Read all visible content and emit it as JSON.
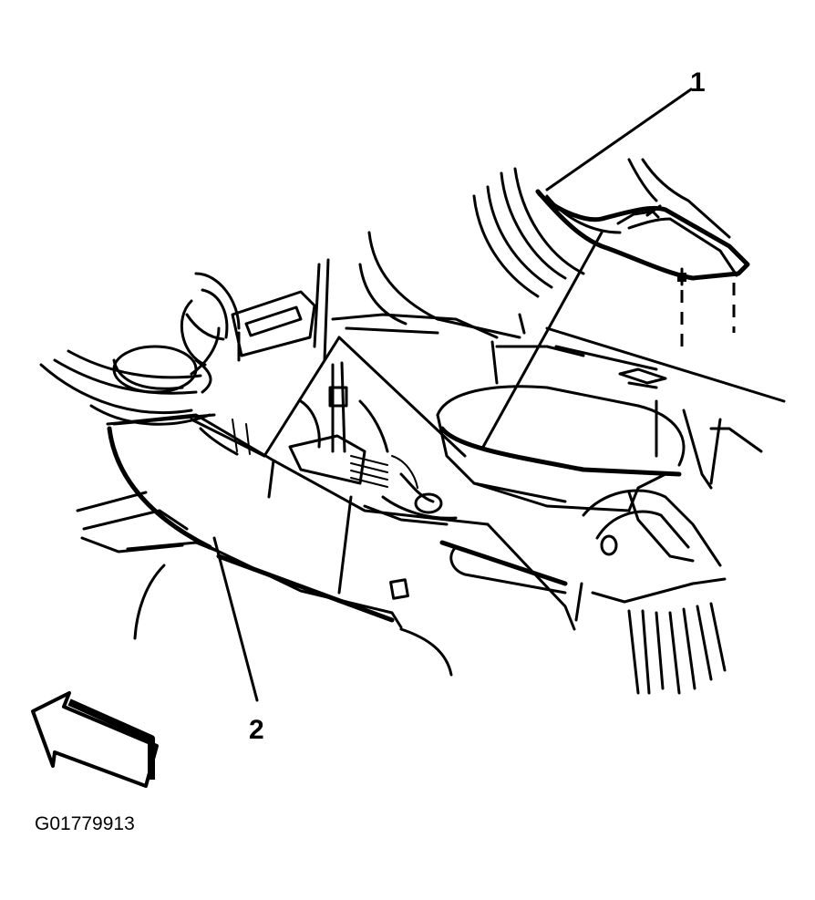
{
  "callouts": [
    {
      "label": "1"
    },
    {
      "label": "2"
    }
  ],
  "figure_id": "G01779913"
}
